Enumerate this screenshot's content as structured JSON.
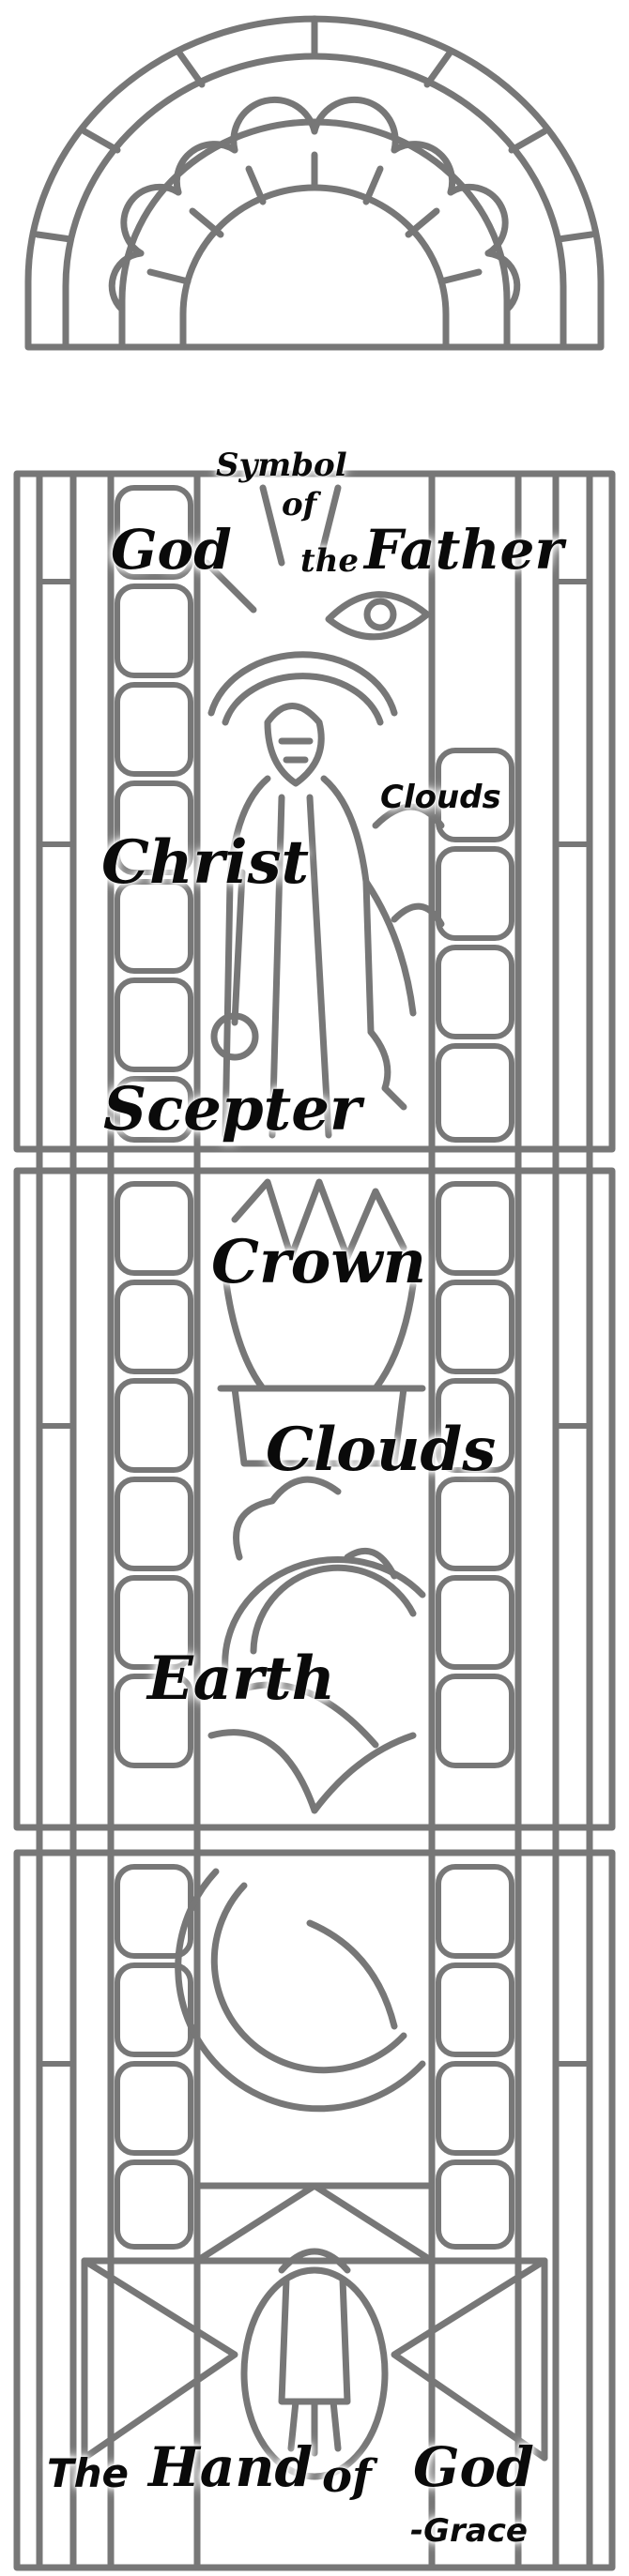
{
  "labels": {
    "symbol": "Symbol",
    "of_1": "of",
    "god_1": "God",
    "the": "the",
    "father": "Father",
    "clouds_1": "Clouds",
    "christ": "Christ",
    "scepter": "Scepter",
    "crown": "Crown",
    "clouds_2": "Clouds",
    "earth": "Earth",
    "the_2": "The",
    "hand": "Hand",
    "of_2": "of",
    "god_2": "God",
    "grace": "-Grace"
  },
  "colors": {
    "lead_line": "#777777",
    "ink": "#0a0a0a",
    "background": "#ffffff"
  }
}
